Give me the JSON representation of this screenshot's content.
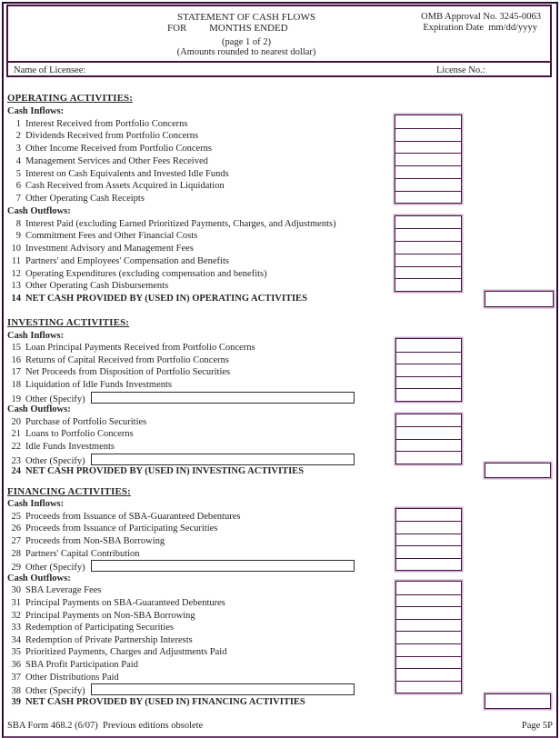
{
  "header": {
    "title": "STATEMENT OF CASH FLOWS",
    "for_line": "FOR         MONTHS ENDED",
    "page_note": "(page 1 of 2)",
    "amounts_note": "(Amounts rounded to nearest dollar)",
    "omb_approval": "OMB Approval No. 3245-0063",
    "expiration": "Expiration Date  mm/dd/yyyy",
    "name_of_licensee_label": "Name of Licensee:",
    "license_no_label": "License No.:"
  },
  "sections": [
    {
      "heading": "OPERATING ACTIVITIES:",
      "rows": [
        {
          "type": "sub",
          "label": "Cash Inflows:"
        },
        {
          "type": "line",
          "num": "1",
          "label": "Interest Received from Portfolio Concerns"
        },
        {
          "type": "line",
          "num": "2",
          "label": "Dividends Received from Portfolio Concerns"
        },
        {
          "type": "line",
          "num": "3",
          "label": "Other Income Received from Portfolio Concerns"
        },
        {
          "type": "line",
          "num": "4",
          "label": "Management Services and Other Fees Received"
        },
        {
          "type": "line",
          "num": "5",
          "label": "Interest on Cash Equivalents and Invested Idle Funds"
        },
        {
          "type": "line",
          "num": "6",
          "label": "Cash Received from Assets Acquired in Liquidation"
        },
        {
          "type": "line",
          "num": "7",
          "label": "Other Operating Cash Receipts"
        },
        {
          "type": "sub",
          "label": "Cash Outflows:"
        },
        {
          "type": "line",
          "num": "8",
          "label": "Interest Paid (excluding Earned Prioritized Payments, Charges, and Adjustments)"
        },
        {
          "type": "line",
          "num": "9",
          "label": "Commitment Fees and Other Financial Costs"
        },
        {
          "type": "line",
          "num": "10",
          "label": "Investment Advisory and Management Fees"
        },
        {
          "type": "line",
          "num": "11",
          "label": "Partners' and Employees' Compensation and Benefits"
        },
        {
          "type": "line",
          "num": "12",
          "label": "Operating Expenditures (excluding compensation and benefits)"
        },
        {
          "type": "line",
          "num": "13",
          "label": "Other Operating Cash Disbursements"
        },
        {
          "type": "net",
          "num": "14",
          "label": "NET CASH PROVIDED BY (USED IN) OPERATING ACTIVITIES"
        }
      ]
    },
    {
      "heading": "INVESTING ACTIVITIES:",
      "rows": [
        {
          "type": "sub",
          "label": "Cash Inflows:"
        },
        {
          "type": "line",
          "num": "15",
          "label": "Loan Principal Payments Received from Portfolio Concerns"
        },
        {
          "type": "line",
          "num": "16",
          "label": "Returns of Capital Received from Portfolio Concerns"
        },
        {
          "type": "line",
          "num": "17",
          "label": "Net Proceeds from Disposition of Portfolio Securities"
        },
        {
          "type": "line",
          "num": "18",
          "label": "Liquidation of Idle Funds Investments"
        },
        {
          "type": "line",
          "num": "19",
          "label": "Other (Specify)",
          "specify": true
        },
        {
          "type": "sub",
          "label": "Cash Outflows:"
        },
        {
          "type": "line",
          "num": "20",
          "label": "Purchase of Portfolio Securities"
        },
        {
          "type": "line",
          "num": "21",
          "label": "Loans to Portfolio Concerns"
        },
        {
          "type": "line",
          "num": "22",
          "label": "Idle Funds Investments"
        },
        {
          "type": "line",
          "num": "23",
          "label": "Other (Specify)",
          "specify": true
        },
        {
          "type": "net",
          "num": "24",
          "label": "NET CASH PROVIDED BY (USED IN) INVESTING ACTIVITIES"
        }
      ]
    },
    {
      "heading": "FINANCING ACTIVITIES:",
      "rows": [
        {
          "type": "sub",
          "label": "Cash Inflows:"
        },
        {
          "type": "line",
          "num": "25",
          "label": "Proceeds from Issuance of SBA-Guaranteed Debentures"
        },
        {
          "type": "line",
          "num": "26",
          "label": "Proceeds from Issuance of Participating Securities"
        },
        {
          "type": "line",
          "num": "27",
          "label": "Proceeds from Non-SBA Borrowing"
        },
        {
          "type": "line",
          "num": "28",
          "label": "Partners' Capital Contribution"
        },
        {
          "type": "line",
          "num": "29",
          "label": "Other (Specify)",
          "specify": true
        },
        {
          "type": "sub",
          "label": "Cash Outflows:"
        },
        {
          "type": "line",
          "num": "30",
          "label": "SBA Leverage Fees"
        },
        {
          "type": "line",
          "num": "31",
          "label": "Principal Payments on SBA-Guaranteed Debentures"
        },
        {
          "type": "line",
          "num": "32",
          "label": "Principal Payments on Non-SBA Borrowing"
        },
        {
          "type": "line",
          "num": "33",
          "label": "Redemption of Participating Securities"
        },
        {
          "type": "line",
          "num": "34",
          "label": "Redemption of Private Partnership Interests"
        },
        {
          "type": "line",
          "num": "35",
          "label": "Prioritized Payments, Charges and Adjustments Paid"
        },
        {
          "type": "line",
          "num": "36",
          "label": "SBA Profit Participation Paid"
        },
        {
          "type": "line",
          "num": "37",
          "label": "Other Distributions Paid"
        },
        {
          "type": "line",
          "num": "38",
          "label": "Other (Specify)",
          "specify": true
        },
        {
          "type": "net",
          "num": "39",
          "label": "NET CASH PROVIDED BY (USED IN) FINANCING ACTIVITIES"
        }
      ]
    }
  ],
  "footer": {
    "form_id": "SBA Form 468.2 (6/07)  Previous editions obsolete",
    "page_label": "Page 5P"
  },
  "colors": {
    "frame_border": "#2e0838",
    "header_border": "#43103f",
    "amount_box_dark": "#471243",
    "amount_box_light": "#c9abc9",
    "specify_box_border": "#2b2b2b"
  }
}
